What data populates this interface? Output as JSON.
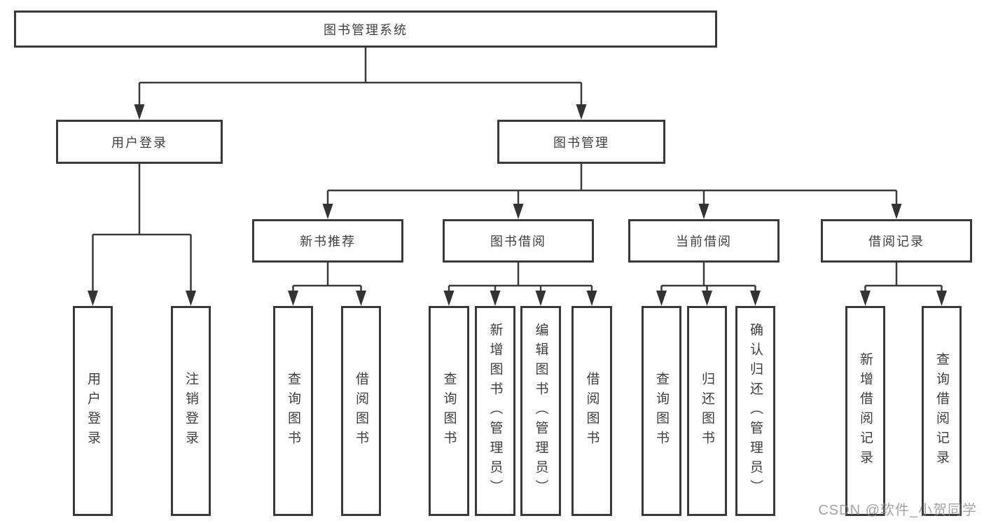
{
  "tree": {
    "root": "图书管理系统",
    "branches": [
      {
        "label": "用户登录",
        "children": [
          "用户登录",
          "注销登录"
        ]
      },
      {
        "label": "图书管理",
        "children": [
          {
            "label": "新书推荐",
            "children": [
              "查询图书",
              "借阅图书"
            ]
          },
          {
            "label": "图书借阅",
            "children": [
              "查询图书",
              "新增图书（管理员）",
              "编辑图书（管理员）",
              "借阅图书"
            ]
          },
          {
            "label": "当前借阅",
            "children": [
              "查询图书",
              "归还图书",
              "确认归还（管理员）"
            ]
          },
          {
            "label": "借阅记录",
            "children": [
              "新增借阅记录",
              "查询借阅记录"
            ]
          }
        ]
      }
    ]
  },
  "watermark": "CSDN @软件_小贺同学",
  "appearance": {
    "line_color": "#3a3a3a",
    "box_fill": "#ffffff",
    "text_color": "#3f3f3f",
    "watermark_color": "#9c9c9c"
  }
}
